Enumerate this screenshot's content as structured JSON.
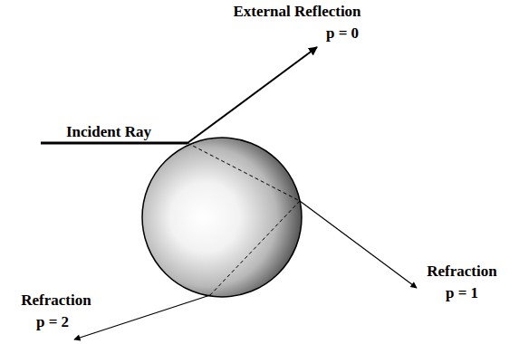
{
  "diagram": {
    "labels": [
      "External Reflection",
      "p = 0",
      "Incident Ray",
      "Refraction",
      "p = 1",
      "Refraction",
      "p = 2"
    ]
  }
}
